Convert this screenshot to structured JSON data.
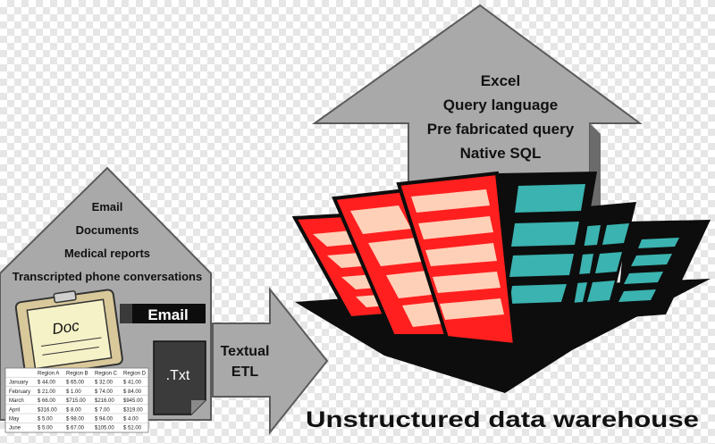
{
  "up_arrow": {
    "items": [
      "Excel",
      "Query language",
      "Pre fabricated query",
      "Native SQL"
    ]
  },
  "source_house": {
    "items": [
      "Email",
      "Documents",
      "Medical reports",
      "Transcripted phone conversations"
    ]
  },
  "doc_icon": {
    "label": "Doc"
  },
  "email_bar": {
    "label": "Email"
  },
  "txt_icon": {
    "label": ".Txt"
  },
  "etl_arrow": {
    "line1": "Textual",
    "line2": "ETL"
  },
  "warehouse": {
    "title": "Unstructured data warehouse"
  },
  "spreadsheet": {
    "headers": [
      "",
      "Region A",
      "Region B",
      "Region C",
      "Region D"
    ],
    "rows": [
      [
        "January",
        "$ 44.00",
        "$ 65.00",
        "$ 32.00",
        "$ 41.00"
      ],
      [
        "February",
        "$ 21.00",
        "$ 1.00",
        "$ 74.00",
        "$ 84.00"
      ],
      [
        "March",
        "$ 66.00",
        "$715.00",
        "$216.00",
        "$945.00"
      ],
      [
        "April",
        "$316.00",
        "$ 8.00",
        "$ 7.00",
        "$319.00"
      ],
      [
        "May",
        "$ 5.00",
        "$ 98.00",
        "$ 94.00",
        "$ 4.00"
      ],
      [
        "June",
        "$ 5.00",
        "$ 67.00",
        "$105.00",
        "$ 52.00"
      ]
    ]
  },
  "colors": {
    "arrow_gray": "#a9a9a9",
    "arrow_dark": "#595959",
    "building_red": "#ff1f1f",
    "window_peach": "#ffd0b8",
    "window_teal": "#3bb3b0",
    "building_black": "#0d0d0d"
  }
}
